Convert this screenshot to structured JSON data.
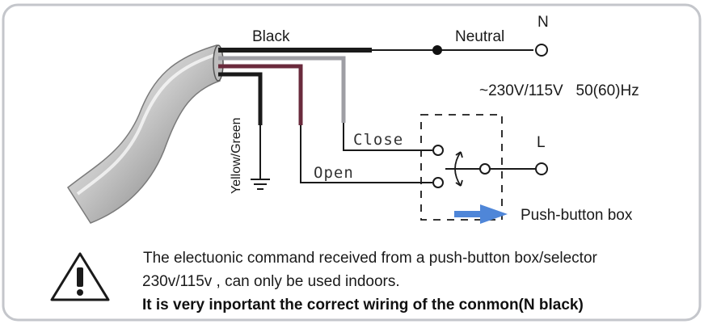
{
  "diagram": {
    "wire_black": "Black",
    "neutral": "Neutral",
    "terminal_n": "N",
    "terminal_l": "L",
    "supply": "~230V/115V   50(60)Hz",
    "close": "Close",
    "open": "Open",
    "earth": "Yellow/Green",
    "pushbutton_box": "Push-button box"
  },
  "warning": {
    "icon": "warning-triangle-icon",
    "line1": "The electuonic command received from a push-button box/selector",
    "line2": "230v/115v , can only be used indoors.",
    "line3": "It is very inportant the correct wiring of the conmon(N black)"
  },
  "colors": {
    "border": "#c4c6cb",
    "arrow": "#4f86d8",
    "wire_black": "#1a1a1a",
    "wire_brown": "#6a2a3c",
    "wire_grey": "#9e9ea4"
  }
}
